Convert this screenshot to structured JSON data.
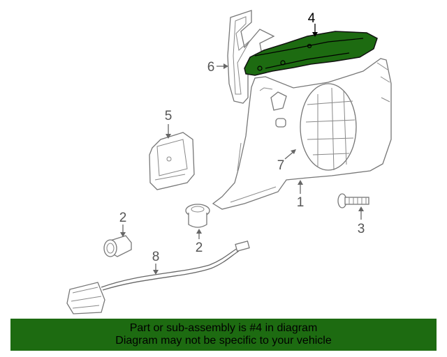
{
  "diagram": {
    "callouts": {
      "c1": "1",
      "c2a": "2",
      "c2b": "2",
      "c3": "3",
      "c4": "4",
      "c5": "5",
      "c6": "6",
      "c7": "7",
      "c8": "8"
    },
    "highlight_part": "4",
    "colors": {
      "highlight_fill": "#1d6b11",
      "banner_bg": "#1d6b11",
      "line": "#666666"
    }
  },
  "banner": {
    "line1": "Part or sub-assembly is #4 in diagram",
    "line2": "Diagram may not be specific to your vehicle"
  }
}
